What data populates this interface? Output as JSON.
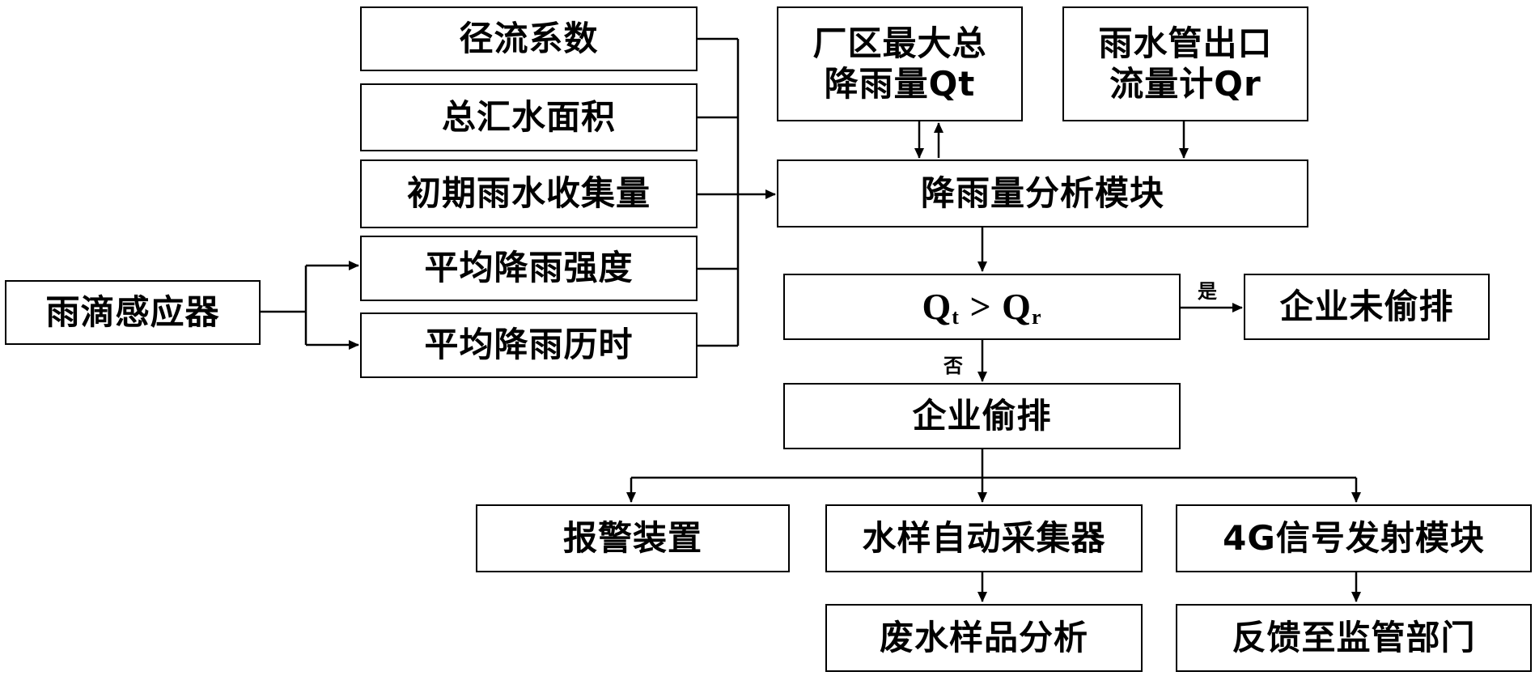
{
  "diagram": {
    "inputs": {
      "runoff_coefficient": "径流系数",
      "catchment_area": "总汇水面积",
      "initial_rain_collection": "初期雨水收集量",
      "avg_rain_intensity": "平均降雨强度",
      "avg_rain_duration": "平均降雨历时"
    },
    "raindrop_sensor": "雨滴感应器",
    "plant_max_rainfall": {
      "line1": "厂区最大总",
      "line2": "降雨量Qt"
    },
    "pipe_outlet_flowmeter": {
      "line1": "雨水管出口",
      "line2": "流量计Qr"
    },
    "rainfall_analysis_module": "降雨量分析模块",
    "comparison": {
      "left": "Q",
      "left_sub": "t",
      "op": ">",
      "right": "Q",
      "right_sub": "r"
    },
    "yes_label": "是",
    "no_label": "否",
    "no_illegal_discharge": "企业未偷排",
    "illegal_discharge": "企业偷排",
    "outputs": {
      "alarm_device": "报警装置",
      "water_sampler": "水样自动采集器",
      "signal_module": "4G信号发射模块",
      "wastewater_analysis": "废水样品分析",
      "feedback_regulator": "反馈至监管部门"
    }
  }
}
